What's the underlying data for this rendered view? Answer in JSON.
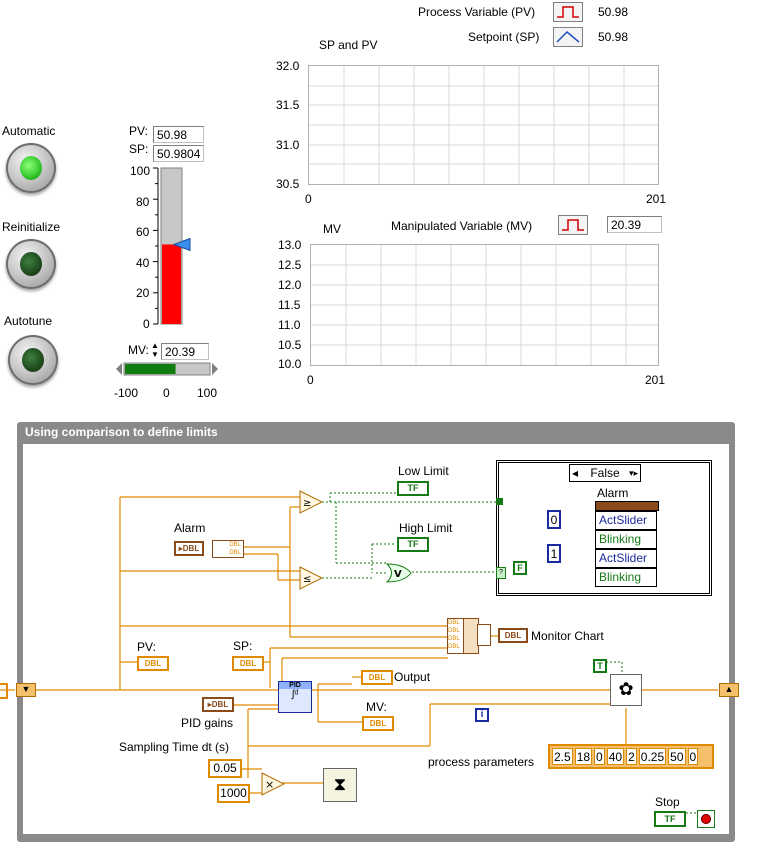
{
  "front_panel": {
    "buttons": [
      {
        "label": "Automatic",
        "state": "on",
        "color": "#39d23a"
      },
      {
        "label": "Reinitialize",
        "state": "off",
        "color": "#1c4f1c"
      },
      {
        "label": "Autotune",
        "state": "off",
        "color": "#1c4f1c"
      }
    ],
    "pv_label": "PV:",
    "pv_value": "50.98",
    "sp_label": "SP:",
    "sp_value": "50.9804",
    "tank": {
      "ticks": [
        "100",
        "80",
        "60",
        "40",
        "20",
        "0"
      ],
      "level": 50.98,
      "setpoint": 50.98,
      "min": 0,
      "max": 100
    },
    "mv_label": "MV:",
    "mv_value": "20.39",
    "mv_slider": {
      "ticks": [
        "-100",
        "0",
        "100"
      ],
      "min": -100,
      "max": 100,
      "value": 20.39
    }
  },
  "sp_pv_chart": {
    "title": "SP and PV",
    "legend": [
      {
        "name": "Process Variable (PV)",
        "value": "50.98",
        "color": "#d00000"
      },
      {
        "name": "Setpoint (SP)",
        "value": "50.98",
        "color": "#2050c0"
      }
    ],
    "y_ticks": [
      "32.0",
      "31.5",
      "31.0",
      "30.5"
    ],
    "x_ticks": [
      "0",
      "201"
    ]
  },
  "mv_chart": {
    "title": "MV",
    "legend": [
      {
        "name": "Manipulated Variable (MV)",
        "value": "20.39",
        "color": "#d00000"
      }
    ],
    "y_ticks": [
      "13.0",
      "12.5",
      "12.0",
      "11.5",
      "11.0",
      "10.5",
      "10.0"
    ],
    "x_ticks": [
      "0",
      "201"
    ]
  },
  "block_diagram": {
    "title": "Using comparison to define limits",
    "labels": {
      "low_limit": "Low Limit",
      "high_limit": "High Limit",
      "alarm": "Alarm",
      "case_selector": "False",
      "alarm_node": "Alarm",
      "monitor_chart": "Monitor Chart",
      "pv": "PV:",
      "sp": "SP:",
      "output": "Output",
      "mv": "MV:",
      "pid_gains": "PID gains",
      "sampling": "Sampling Time dt (s)",
      "process_parameters": "process parameters",
      "stop": "Stop",
      "pid_block": "PID"
    },
    "property_nodes": [
      "ActSlider",
      "Blinking",
      "ActSlider",
      "Blinking"
    ],
    "constants": {
      "zero": "0",
      "one": "1",
      "false_const": "F",
      "true_const": "T",
      "dt": "0.05",
      "ms": "1000",
      "iter": "i"
    },
    "process_parameters": [
      "2.5",
      "18",
      "0",
      "40",
      "2",
      "0.25",
      "50",
      "0"
    ],
    "tf": "TF",
    "dbl": "DBL"
  }
}
